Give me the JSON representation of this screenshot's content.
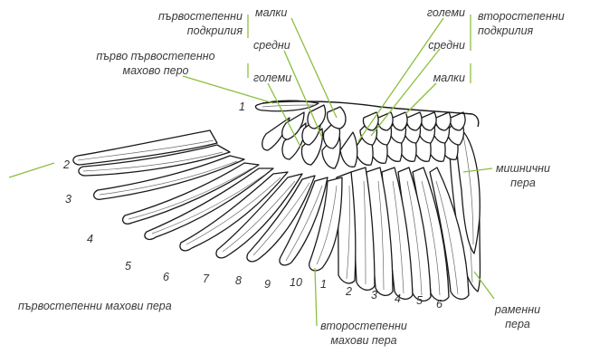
{
  "labels": {
    "primary_coverts": [
      "първостепенни",
      "подкрилия"
    ],
    "secondary_coverts": [
      "второстепенни",
      "подкрилия"
    ],
    "lesser_left": "малки",
    "median_left": "средни",
    "greater_left": "големи",
    "greater_right": "големи",
    "median_right": "средни",
    "lesser_right": "малки",
    "alula": [
      "първо първостепенно",
      "махово перо"
    ],
    "axillary": [
      "мишнични",
      "пера"
    ],
    "scapular": [
      "раменни",
      "пера"
    ],
    "primaries": "първостепенни махови пера",
    "secondaries": [
      "второстепенни",
      "махови пера"
    ]
  },
  "primary_numbers": [
    "1",
    "2",
    "3",
    "4",
    "5",
    "6",
    "7",
    "8",
    "9",
    "10"
  ],
  "secondary_numbers": [
    "1",
    "2",
    "3",
    "4",
    "5",
    "6"
  ],
  "colors": {
    "leader": "#8cbf3f",
    "text": "#3a3a3a",
    "outline": "#1a1a1a"
  }
}
